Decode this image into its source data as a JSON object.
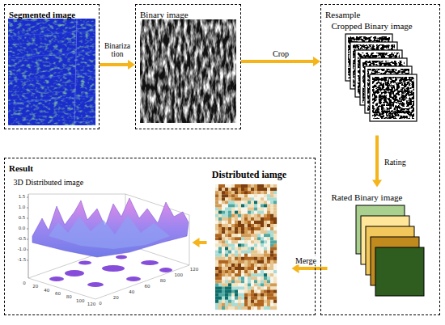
{
  "diagram": {
    "nodes": [
      {
        "text": [
          "Segmented image"
        ]
      },
      {
        "text": [
          "Binary image"
        ]
      },
      {
        "text": [
          "Resample"
        ]
      },
      {
        "text": [
          "Cropped Binary image"
        ],
        "in": 2
      },
      {
        "text": [
          "Rated Binary image"
        ],
        "in": 2
      },
      {
        "text": [
          "Result"
        ]
      },
      {
        "text": [
          "3D Distributed image"
        ],
        "in": 5
      },
      {
        "text": [
          "Distributed iamge"
        ],
        "in": 5
      }
    ],
    "edges": [
      {
        "from": 0,
        "to": 1,
        "label": "Binariza tion",
        "arrow": "to"
      },
      {
        "from": 1,
        "to": 2,
        "label": "Crop",
        "arrow": "to"
      },
      {
        "from": 3,
        "to": 4,
        "label": "Rating",
        "arrow": "to"
      },
      {
        "from": 4,
        "to": 7,
        "label": "Merge",
        "arrow": "to"
      },
      {
        "from": 7,
        "to": 6,
        "arrow": "to"
      }
    ],
    "labels": [
      "1.5",
      "1.0",
      "0.5",
      "0.0",
      "-0.5",
      "-1.0",
      "-1.5",
      "0",
      "20",
      "40",
      "60",
      "80",
      "100",
      "120",
      "0",
      "20",
      "40",
      "60",
      "80",
      "100",
      "120"
    ]
  }
}
